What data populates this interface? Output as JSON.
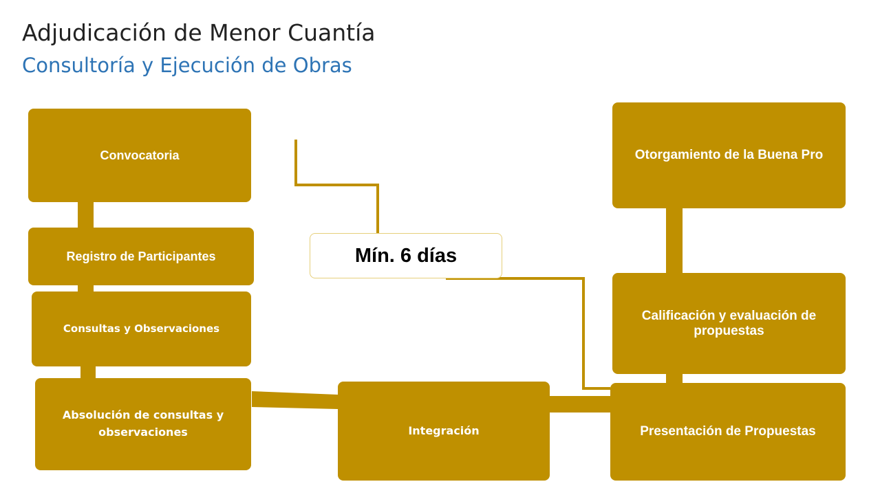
{
  "header": {
    "title": "Adjudicación de Menor Cuantía",
    "subtitle": "Consultoría y Ejecución de Obras"
  },
  "colors": {
    "box_fill": "#bf9000",
    "subtitle": "#2e74b5",
    "connector": "#bf9000"
  },
  "steps": [
    {
      "label": "Convocatoria"
    },
    {
      "label": "Registro de Participantes"
    },
    {
      "label": "Consultas y Observaciones"
    },
    {
      "label": "Absolución de consultas y observaciones"
    },
    {
      "label": "Integración"
    },
    {
      "label": "Presentación de Propuestas"
    },
    {
      "label": "Calificación y evaluación de propuestas"
    },
    {
      "label": "Otorgamiento de la Buena Pro"
    }
  ],
  "callout": {
    "label": "Mín. 6 días"
  }
}
